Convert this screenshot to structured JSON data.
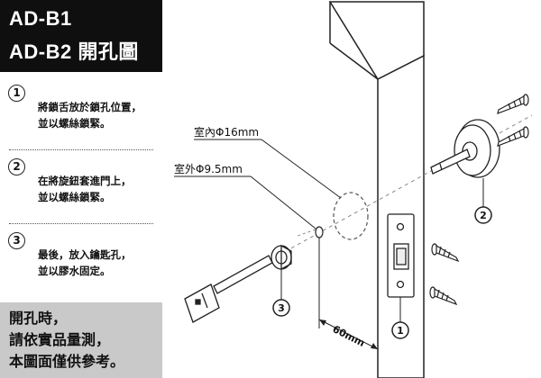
{
  "header": {
    "line1": "AD-B1",
    "line2": "AD-B2 開孔圖"
  },
  "steps": [
    {
      "num": "1",
      "line1": "將鎖舌放於鎖孔位置，",
      "line2": "並以螺絲鎖緊。"
    },
    {
      "num": "2",
      "line1": "在將旋鈕套進門上，",
      "line2": "並以螺絲鎖緊。"
    },
    {
      "num": "3",
      "line1": "最後，放入鑰匙孔，",
      "line2": "並以膠水固定。"
    }
  ],
  "note": {
    "line1": "開孔時，",
    "line2": "請依實品量測，",
    "line3": "本圖面僅供參考。"
  },
  "diagram": {
    "label_inner": "室內Φ16mm",
    "label_outer": "室外Φ9.5mm",
    "dimension": "60mm",
    "callouts": [
      "1",
      "2",
      "3"
    ]
  }
}
